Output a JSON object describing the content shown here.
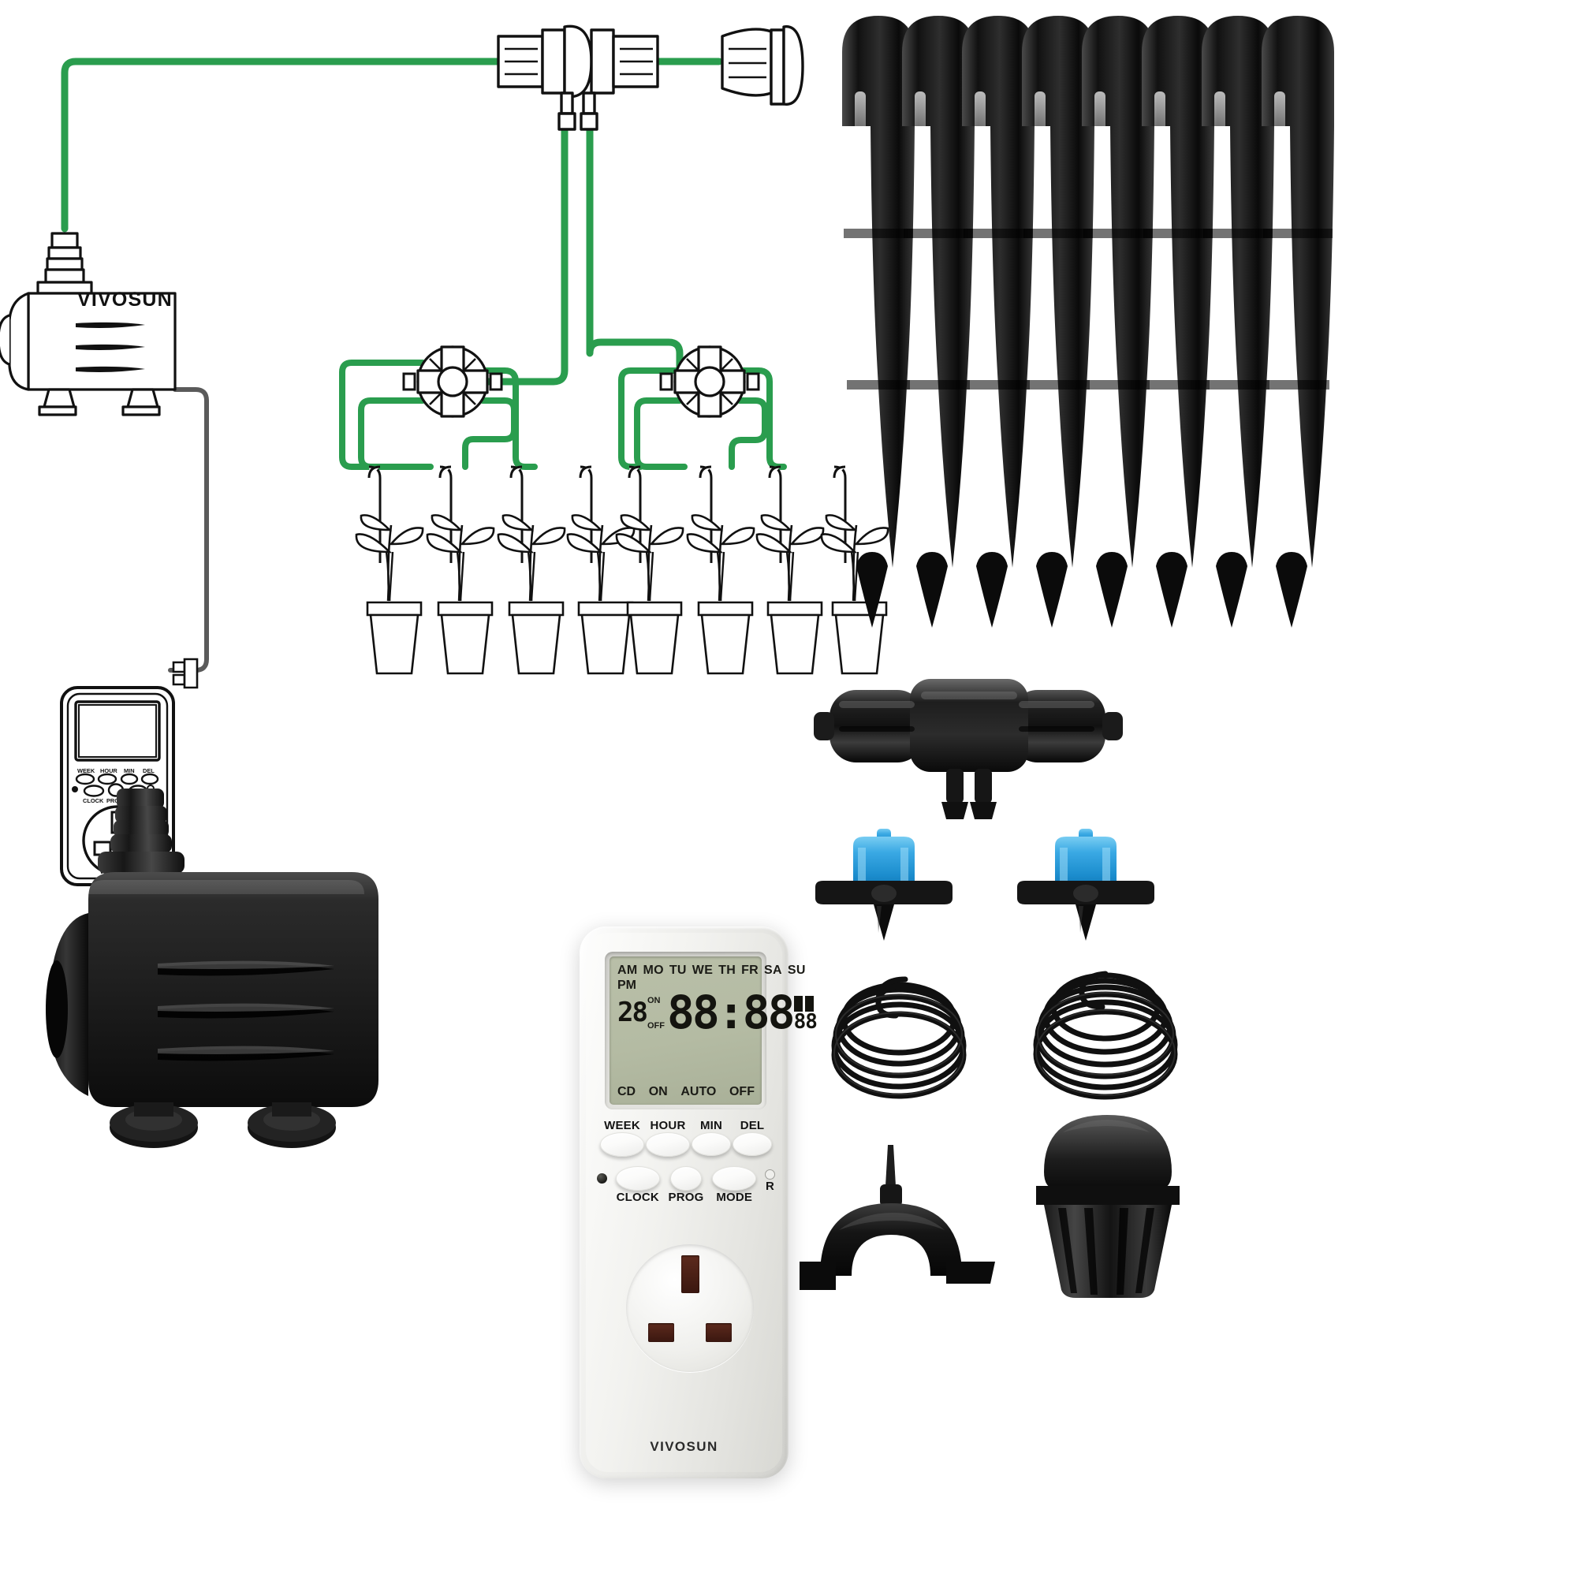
{
  "product": {
    "brand": "VIVOSUN",
    "type": "drip-irrigation-kit-product-diagram",
    "background_color": "#ffffff",
    "accent_tube_color": "#2a9d4e",
    "emitter_blue": "#35a8e0",
    "plastic_black": "#1c1c1c"
  },
  "diagram": {
    "title_hidden": "",
    "pump_label": "VIVOSUN",
    "timer_label": "VIVOSUN",
    "plant_count_left": 4,
    "plant_count_right": 4,
    "splitter_count": 2,
    "tee_connector_count": 1,
    "end_cap_count": 1
  },
  "timer_photo": {
    "brand": "VIVOSUN",
    "lcd": {
      "am": "AM",
      "pm": "PM",
      "days": [
        "MO",
        "TU",
        "WE",
        "TH",
        "FR",
        "SA",
        "SU"
      ],
      "program_number": "28",
      "on_label": "ON",
      "off_label": "OFF",
      "time": "88:88",
      "seconds": "88",
      "status": [
        "CD",
        "ON",
        "AUTO",
        "OFF"
      ]
    },
    "buttons_top": [
      "WEEK",
      "HOUR",
      "MIN",
      "DEL"
    ],
    "buttons_bottom": [
      "CLOCK",
      "PROG",
      "MODE"
    ],
    "reset_label": "R",
    "socket_type": "UK 3-pin"
  },
  "pump_photo": {
    "brand": "VIVOSUN",
    "body_color": "#1e1e1e"
  },
  "parts": {
    "drip_stakes_count": 8,
    "tee_splitter": "tee-connector",
    "emitters_count": 2,
    "hose_coils_count": 2,
    "stake_clip": "hose-stake-clip",
    "filter_cap": "filter-screen-cap"
  }
}
